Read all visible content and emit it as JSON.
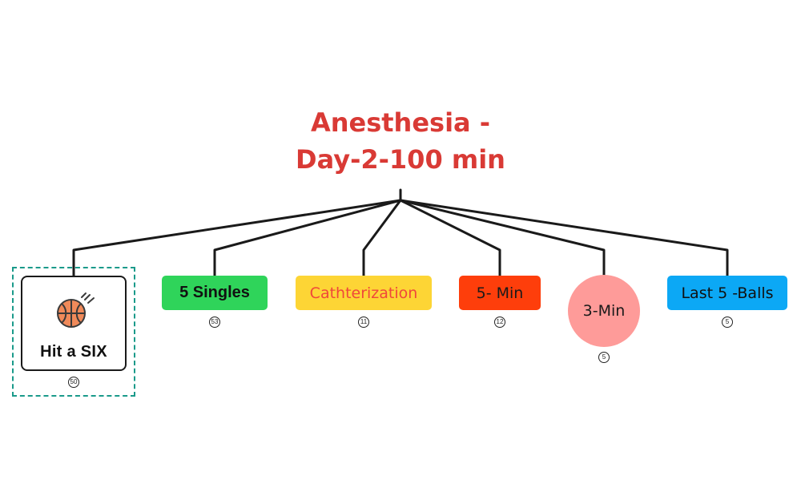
{
  "title": {
    "line1": "Anesthesia -",
    "line2": "Day-2-100 min",
    "color": "#d93a35"
  },
  "nodes": [
    {
      "label": "Hit a SIX",
      "count": "50",
      "icon": "basketball-icon",
      "color": "#ffffff",
      "text_color": "#111111"
    },
    {
      "label": "5 Singles",
      "count": "53",
      "color": "#2fd45a",
      "text_color": "#111111"
    },
    {
      "label": "Cathterization",
      "count": "11",
      "color": "#fdd535",
      "text_color": "#f0473a"
    },
    {
      "label": "5- Min",
      "count": "12",
      "color": "#fe3e0b",
      "text_color": "#1a1a1a"
    },
    {
      "label": "3-Min",
      "count": "5",
      "color": "#fe9b99",
      "text_color": "#1a1a1a",
      "shape": "circle"
    },
    {
      "label": "Last 5 -Balls",
      "count": "5",
      "color": "#0ca8f5",
      "text_color": "#111111"
    }
  ],
  "connector_color": "#1a1a1a",
  "selection_color": "#1a9a8a",
  "icon_colors": {
    "ball": "#f08a5a",
    "seams": "#3a3a3a"
  }
}
